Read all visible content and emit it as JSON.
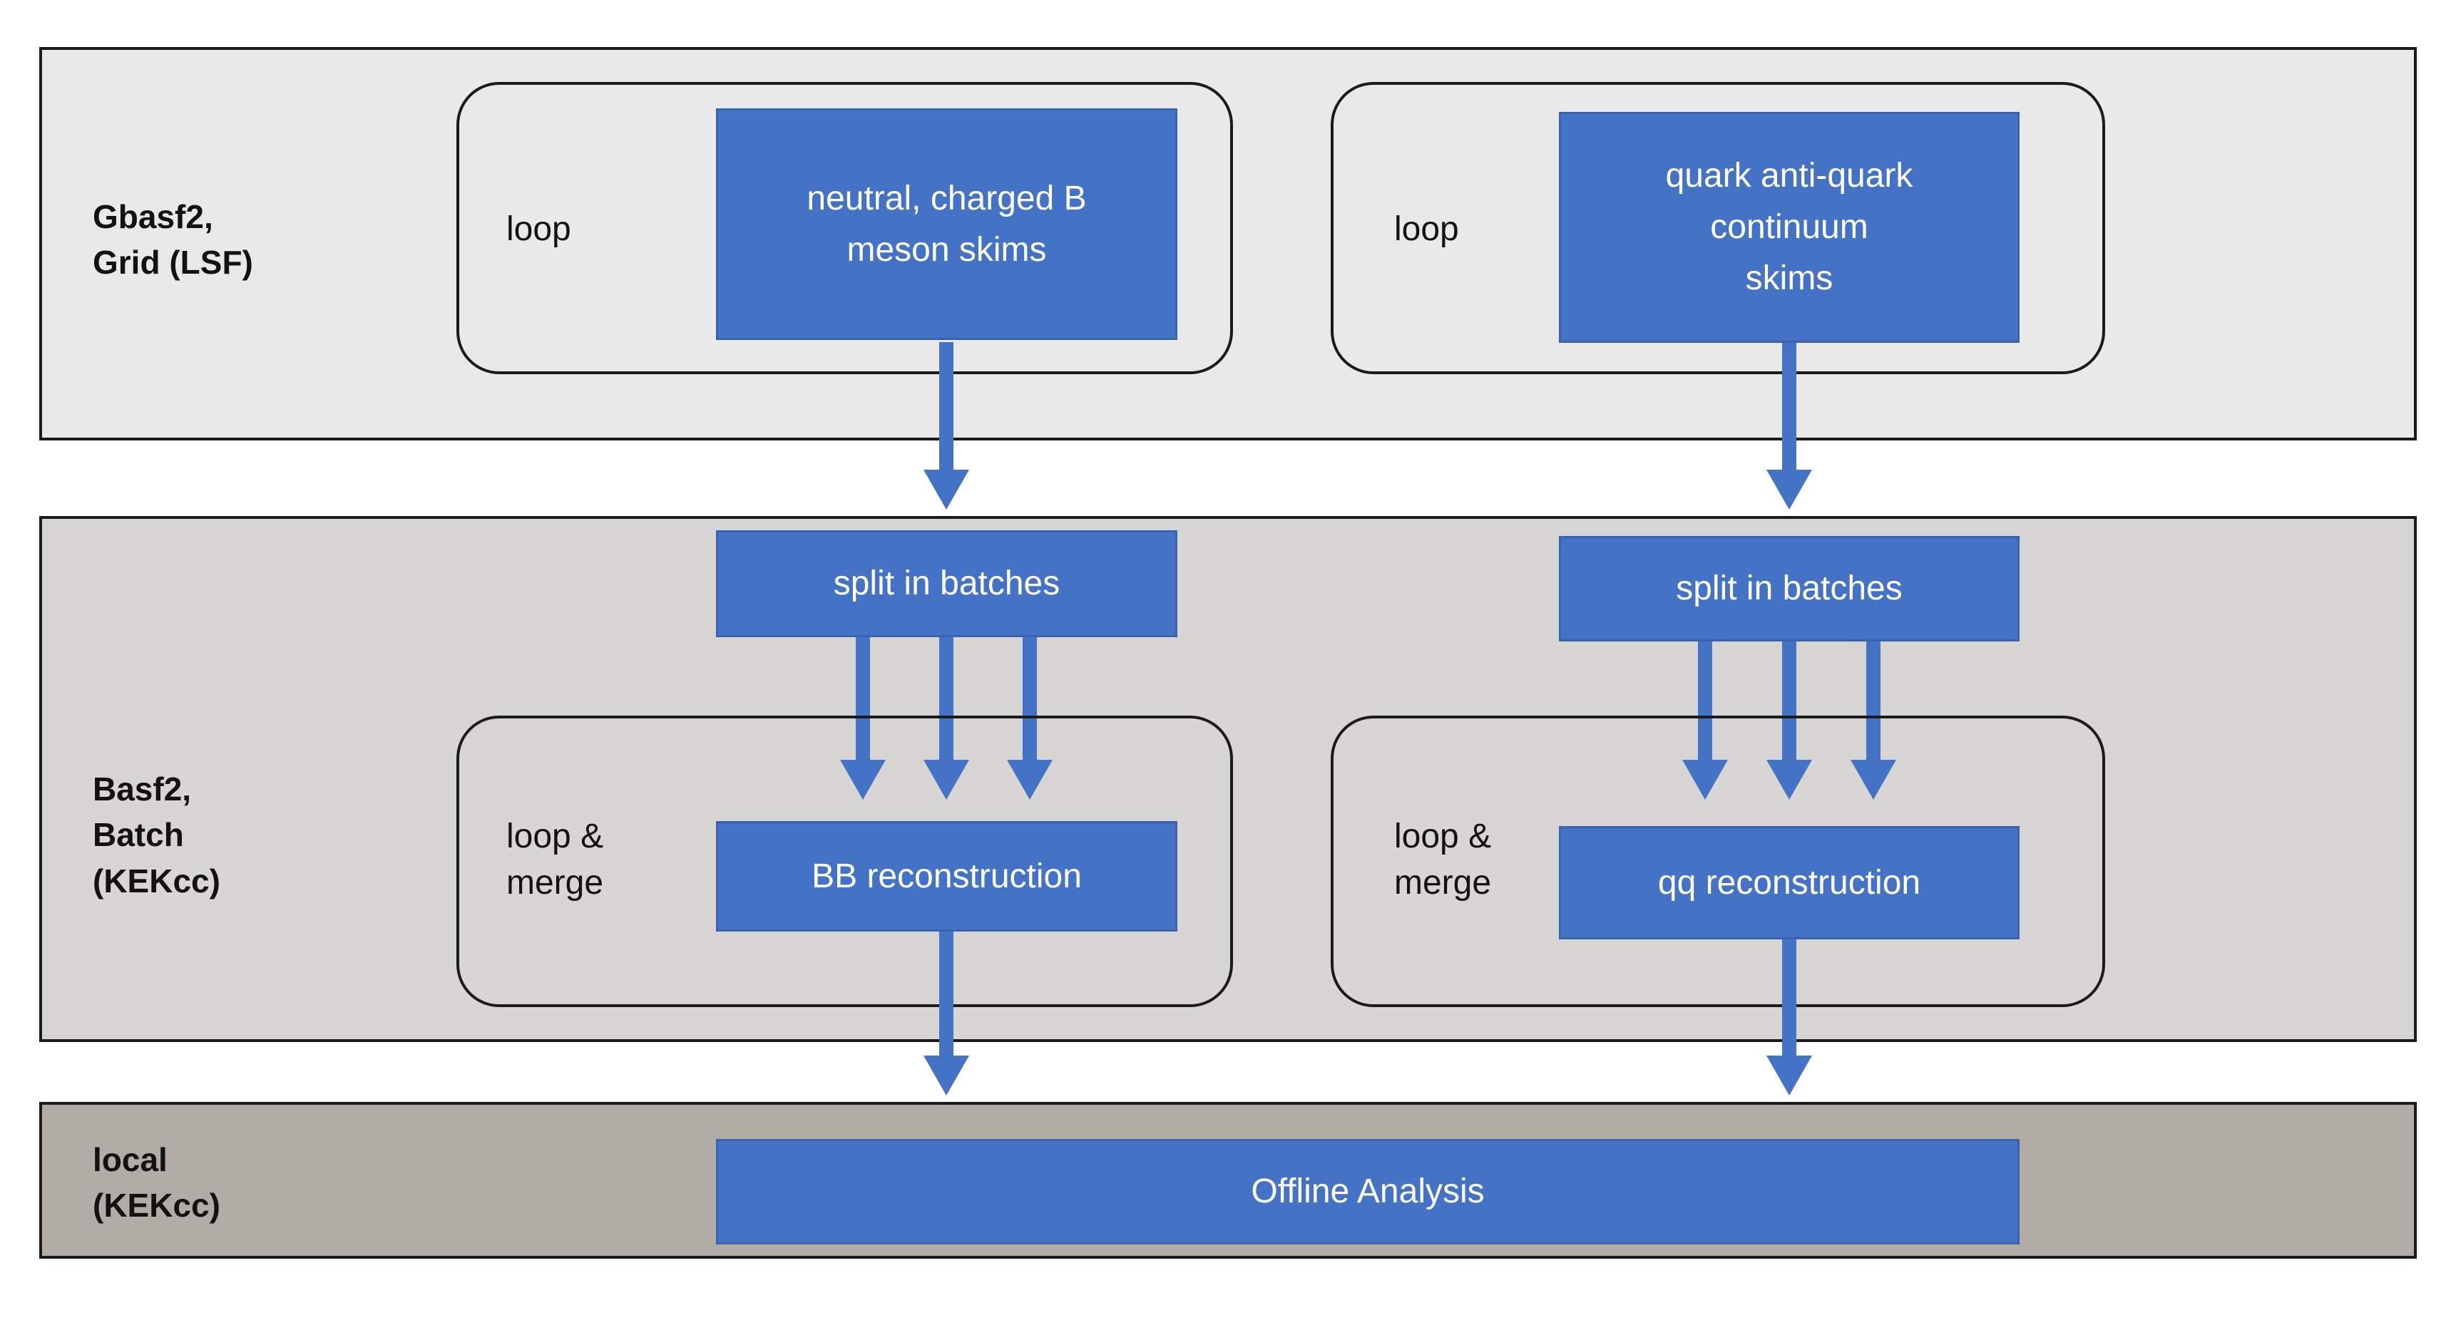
{
  "colors": {
    "accent_blue": "#4472C4",
    "accent_blue_border": "#3A62AE",
    "band_grid_bg": "#EAE9E9",
    "band_batch_bg": "#D7D6D5",
    "band_local_bg": "#B2ACA7",
    "border": "#1b1b1b",
    "box_text": "#ffffff",
    "label_text": "#121212"
  },
  "grid_band": {
    "label": "Gbasf2,\nGrid (LSF)",
    "left_loop_label": "loop",
    "left_box": "neutral, charged B\nmeson skims",
    "right_loop_label": "loop",
    "right_box": "quark anti-quark\ncontinuum\nskims"
  },
  "batch_band": {
    "label": "Basf2,\nBatch\n(KEKcc)",
    "left_split": "split in batches",
    "right_split": "split in batches",
    "left_loop_label": "loop &\nmerge",
    "right_loop_label": "loop &\nmerge",
    "left_box": "BB reconstruction",
    "right_box": "qq reconstruction"
  },
  "local_band": {
    "label": "local\n(KEKcc)",
    "box": "Offline Analysis"
  }
}
